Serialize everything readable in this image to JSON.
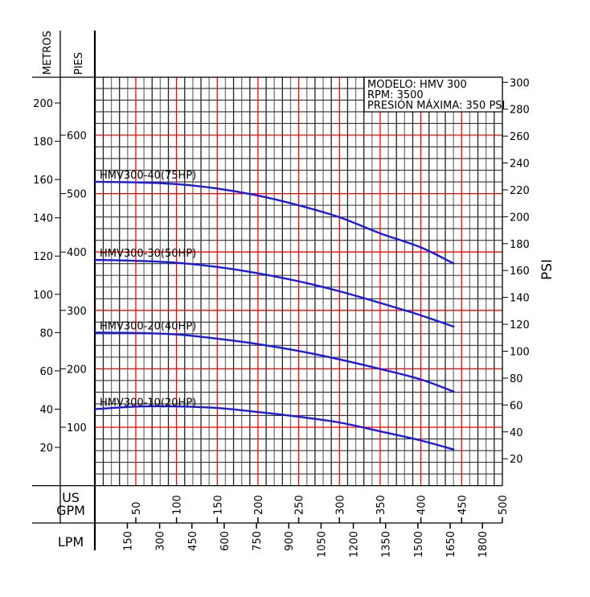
{
  "chart_data": {
    "type": "line",
    "title": "",
    "info_box": [
      "MODELO:  HMV  300",
      "RPM:  3500",
      "PRESIÓN  MÁXIMA:  350  PSI"
    ],
    "axes": {
      "metros": {
        "label": "METROS",
        "ticks": [
          20,
          40,
          60,
          80,
          100,
          120,
          140,
          160,
          180,
          200
        ],
        "range": [
          0,
          213.4
        ]
      },
      "pies": {
        "label": "PIES",
        "ticks": [
          100,
          200,
          300,
          400,
          500,
          600
        ],
        "range": [
          0,
          700
        ]
      },
      "psi": {
        "label": "PSI",
        "ticks": [
          20,
          40,
          60,
          80,
          100,
          120,
          140,
          160,
          180,
          200,
          220,
          240,
          260,
          280,
          300
        ],
        "range": [
          0,
          303
        ]
      },
      "gpm": {
        "label_line1": "US",
        "label_line2": "GPM",
        "ticks": [
          50,
          100,
          150,
          200,
          250,
          300,
          350,
          400,
          450,
          500
        ],
        "range": [
          0,
          500
        ]
      },
      "lpm": {
        "label": "LPM",
        "ticks": [
          150,
          300,
          450,
          600,
          750,
          900,
          1050,
          1200,
          1350,
          1500,
          1650,
          1800
        ]
      }
    },
    "grid": true,
    "x_unit": "US GPM",
    "y_unit": "METROS",
    "series": [
      {
        "name": "HMV300-40(75HP)",
        "x": [
          0,
          50,
          100,
          150,
          200,
          250,
          300,
          350,
          400,
          441
        ],
        "y": [
          158.8,
          158.5,
          157.6,
          155.3,
          151.6,
          146.5,
          140.3,
          131.9,
          124.5,
          115.9
        ]
      },
      {
        "name": "HMV300-30(50HP)",
        "x": [
          0,
          50,
          100,
          150,
          200,
          250,
          300,
          350,
          400,
          441
        ],
        "y": [
          118,
          117.5,
          116.5,
          114.3,
          111,
          106.8,
          101.6,
          95.5,
          89,
          83
        ]
      },
      {
        "name": "HMV300-20(40HP)",
        "x": [
          0,
          50,
          100,
          150,
          200,
          250,
          300,
          350,
          400,
          441
        ],
        "y": [
          80,
          79.8,
          79,
          76.8,
          74,
          70.4,
          66,
          61,
          55.5,
          49
        ]
      },
      {
        "name": "HMV300-10(20HP)",
        "x": [
          0,
          50,
          100,
          150,
          200,
          250,
          300,
          350,
          400,
          441
        ],
        "y": [
          40,
          41.3,
          41.4,
          40.6,
          38.5,
          36,
          33,
          28.4,
          23.6,
          18.8
        ]
      }
    ],
    "colors": {
      "curve": "#1a1ae6",
      "major_grid": "#ff0000",
      "minor_grid": "#333333"
    }
  }
}
